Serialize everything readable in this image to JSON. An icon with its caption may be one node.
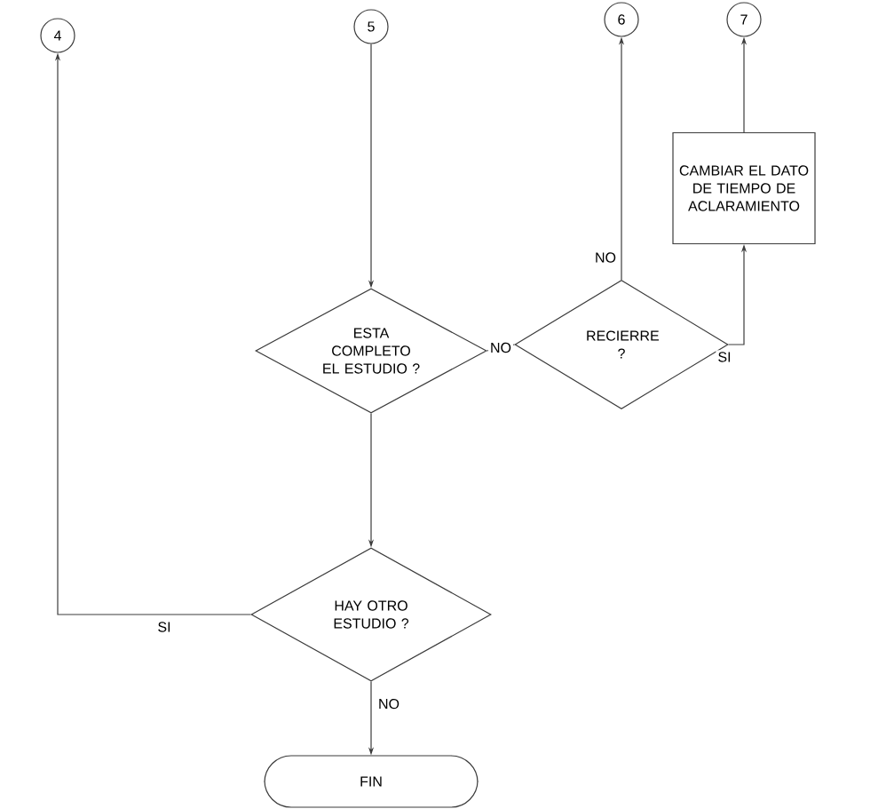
{
  "diagram": {
    "nodes": [
      {
        "text": [
          "4"
        ]
      },
      {
        "text": [
          "5"
        ]
      },
      {
        "text": [
          "6"
        ]
      },
      {
        "text": [
          "7"
        ]
      },
      {
        "text": [
          "CAMBIAR EL DATO DE TIEMPO DE ACLARAMIENTO"
        ]
      },
      {
        "text": [
          "ESTA COMPLETO EL ESTUDIO ?"
        ]
      },
      {
        "text": [
          "RECIERRE ?"
        ]
      },
      {
        "text": [
          "HAY OTRO ESTUDIO ?"
        ]
      },
      {
        "text": [
          "FIN"
        ]
      }
    ],
    "edges": [
      {
        "from": 1,
        "to": 5,
        "arrow": "to"
      },
      {
        "from": 5,
        "to": 6,
        "arrow": "none",
        "label": "NO"
      },
      {
        "from": 6,
        "to": 2,
        "arrow": "to",
        "label": "NO"
      },
      {
        "from": 6,
        "to": 4,
        "arrow": "to",
        "label": "SI"
      },
      {
        "from": 4,
        "to": 3,
        "arrow": "to"
      },
      {
        "from": 5,
        "to": 7,
        "arrow": "to"
      },
      {
        "from": 7,
        "to": 0,
        "arrow": "to",
        "label": "SI"
      },
      {
        "from": 7,
        "to": 8,
        "arrow": "to",
        "label": "NO"
      }
    ]
  }
}
